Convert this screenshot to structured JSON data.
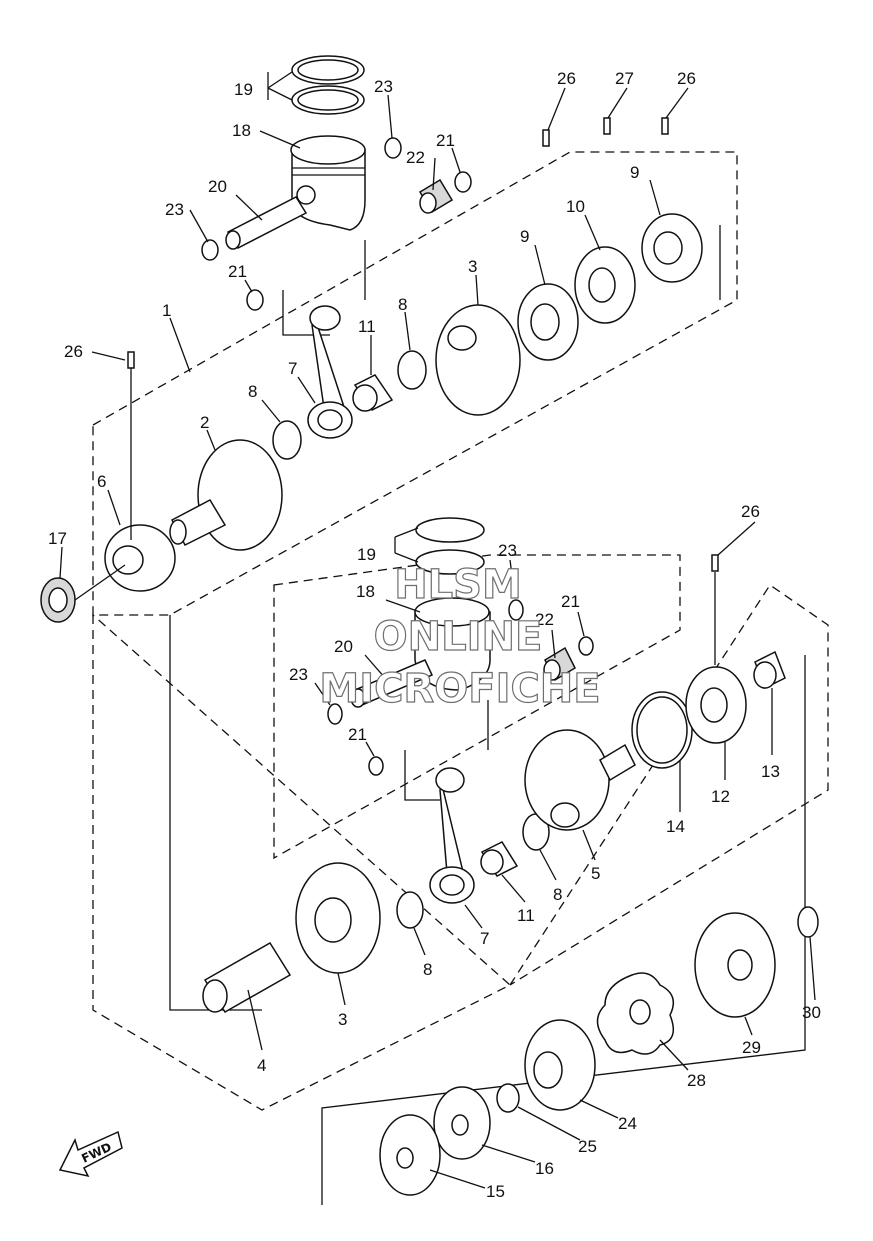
{
  "watermark": [
    "HLSM",
    "ONLINE",
    "MICROFICHE"
  ],
  "direction_label": "FWD",
  "callouts": {
    "c1": "1",
    "c2": "2",
    "c3a": "3",
    "c3b": "3",
    "c4": "4",
    "c5": "5",
    "c6": "6",
    "c7a": "7",
    "c7b": "7",
    "c8a": "8",
    "c8b": "8",
    "c8c": "8",
    "c8d": "8",
    "c9a": "9",
    "c9b": "9",
    "c10": "10",
    "c11a": "11",
    "c11b": "11",
    "c12": "12",
    "c13": "13",
    "c14": "14",
    "c15": "15",
    "c16": "16",
    "c17": "17",
    "c18a": "18",
    "c18b": "18",
    "c19a": "19",
    "c19b": "19",
    "c20a": "20",
    "c20b": "20",
    "c21a": "21",
    "c21b": "21",
    "c21c": "21",
    "c21d": "21",
    "c22a": "22",
    "c22b": "22",
    "c23a": "23",
    "c23b": "23",
    "c23c": "23",
    "c23d": "23",
    "c24": "24",
    "c25": "25",
    "c26a": "26",
    "c26b": "26",
    "c26c": "26",
    "c26d": "26",
    "c27": "27",
    "c28": "28",
    "c29": "29",
    "c30": "30"
  }
}
